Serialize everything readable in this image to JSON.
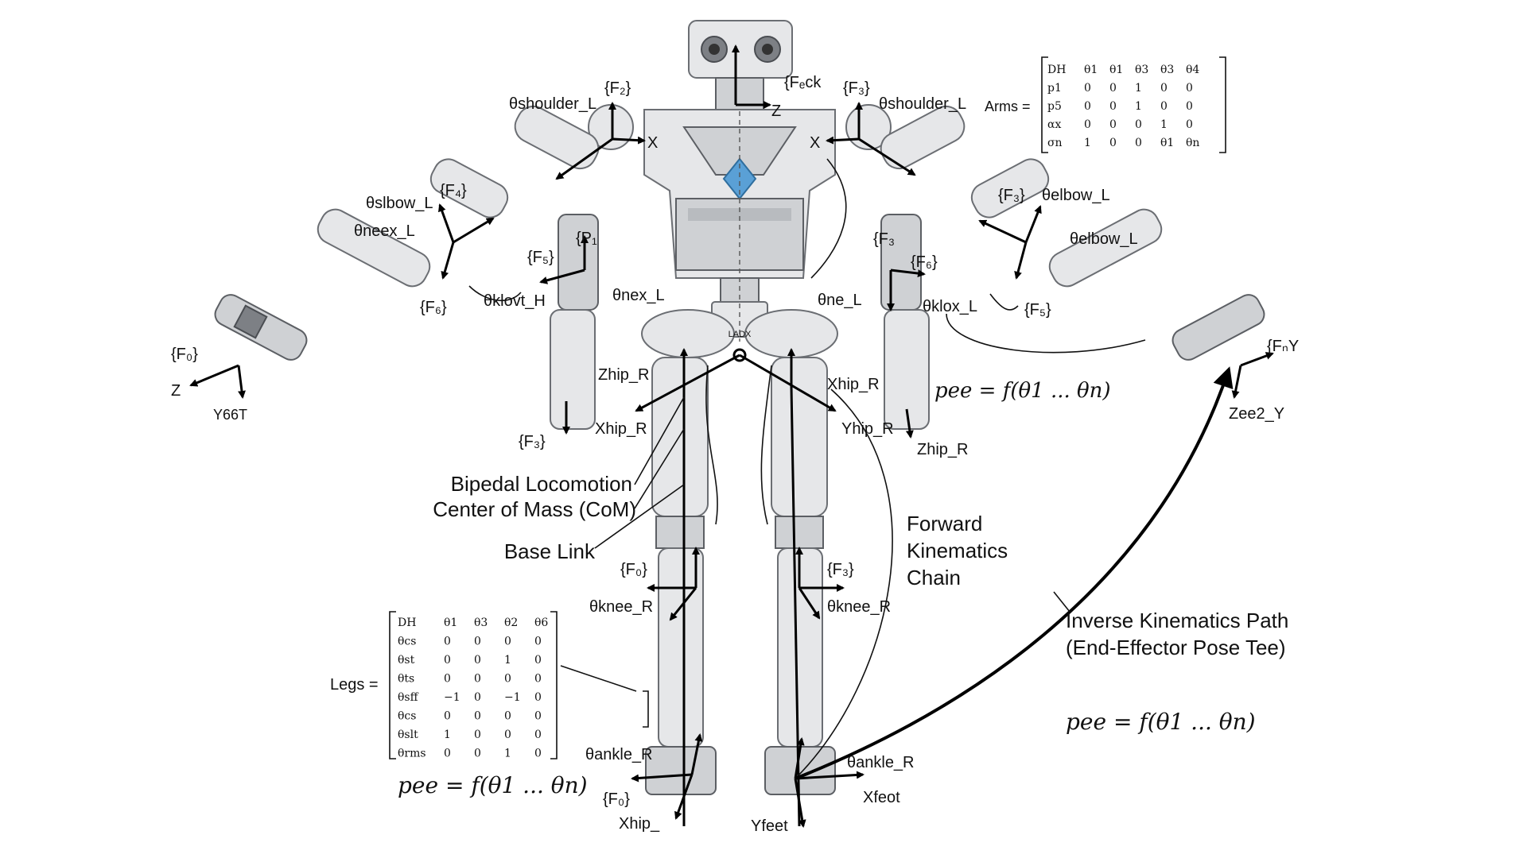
{
  "robot_badge": "LADX",
  "frames": {
    "f2": "{F₂}",
    "feck": "{Fₑck",
    "f3_top": "{F₃}",
    "f4": "{F₄}",
    "p1": "{P₁",
    "f5_left": "{F₅}",
    "f6_left": "{F₆}",
    "f0_arm": "{F₀}",
    "f3_left_low": "{F₃}",
    "f3_right_upper": "{F₃}",
    "f3_right_mid": "{F₃",
    "f6_right": "{F₆}",
    "f5_right": "{F₅}",
    "fn": "{FₙY",
    "f0_knee": "{F₀}",
    "f3_knee": "{F₃}",
    "f0_foot": "{F₀}"
  },
  "angles": {
    "shoulder_left_arm": "θshoulder_L",
    "shoulder_right_arm": "θshoulder_L",
    "elbow_left_arm": "θslbow_L",
    "neex": "θneex_L",
    "klovt": "θklovt_H",
    "nex": "θnex_L",
    "elbow_right_upper": "θelbow_L",
    "elbow_right_lower": "θelbow_L",
    "ne": "θne_L",
    "klox": "θklox_L",
    "knee_left": "θknee_R",
    "knee_right": "θknee_R",
    "ankle_left": "θankle_R",
    "ankle_right": "θankle_R"
  },
  "axes": {
    "z_head": "Z",
    "x_left_shoulder": "X",
    "x_right_shoulder": "X",
    "z_hand": "Z",
    "y_hand": "Y66T",
    "z_hip_left": "Zhip_R",
    "x_hip_left": "Xhip_R",
    "x_hip_right": "Xhip_R",
    "y_hip_right": "Yhip_R",
    "z_hip_right": "Zhip_R",
    "z_ee2": "Zee2_Y",
    "x_hip_foot": "Xhip_",
    "y_feet": "Yfeet",
    "x_feot": "Xfeot"
  },
  "captions": {
    "com_line1": "Bipedal Locomotion",
    "com_line2": "Center of Mass (CoM)",
    "base_link": "Base Link",
    "fk_line1": "Forward",
    "fk_line2": "Kinematics",
    "fk_line3": "Chain",
    "ik_line1": "Inverse Kinematics Path",
    "ik_line2": "(End-Effector Pose Tee)"
  },
  "formulas": {
    "pee_arm": "pee = f(θ1 ... θn)",
    "pee_right": "pee = f(θ1 ... θn)",
    "pee_legs": "pee = f(θ1 ... θn)"
  },
  "arms_matrix": {
    "label": "Arms =",
    "rows": [
      [
        "DH",
        "θ1",
        "θ1",
        "θ3",
        "θ3",
        "θ4"
      ],
      [
        "p1",
        "0",
        "0",
        "1",
        "0",
        "0"
      ],
      [
        "p5",
        "0",
        "0",
        "1",
        "0",
        "0"
      ],
      [
        "αx",
        "0",
        "0",
        "0",
        "1",
        "0"
      ],
      [
        "σn",
        "1",
        "0",
        "0",
        "θ1",
        "θn"
      ]
    ]
  },
  "legs_matrix": {
    "label": "Legs =",
    "rows": [
      [
        "DH",
        "θ1",
        "θ3",
        "θ2",
        "θ6"
      ],
      [
        "θcs",
        "0",
        "0",
        "0",
        "0"
      ],
      [
        "θst",
        "0",
        "0",
        "1",
        "0"
      ],
      [
        "θts",
        "0",
        "0",
        "0",
        "0"
      ],
      [
        "θsff",
        "−1",
        "0",
        "−1",
        "0"
      ],
      [
        "θcs",
        "0",
        "0",
        "0",
        "0"
      ],
      [
        "θslt",
        "1",
        "0",
        "0",
        "0"
      ],
      [
        "θrms",
        "0",
        "0",
        "1",
        "0"
      ]
    ]
  }
}
